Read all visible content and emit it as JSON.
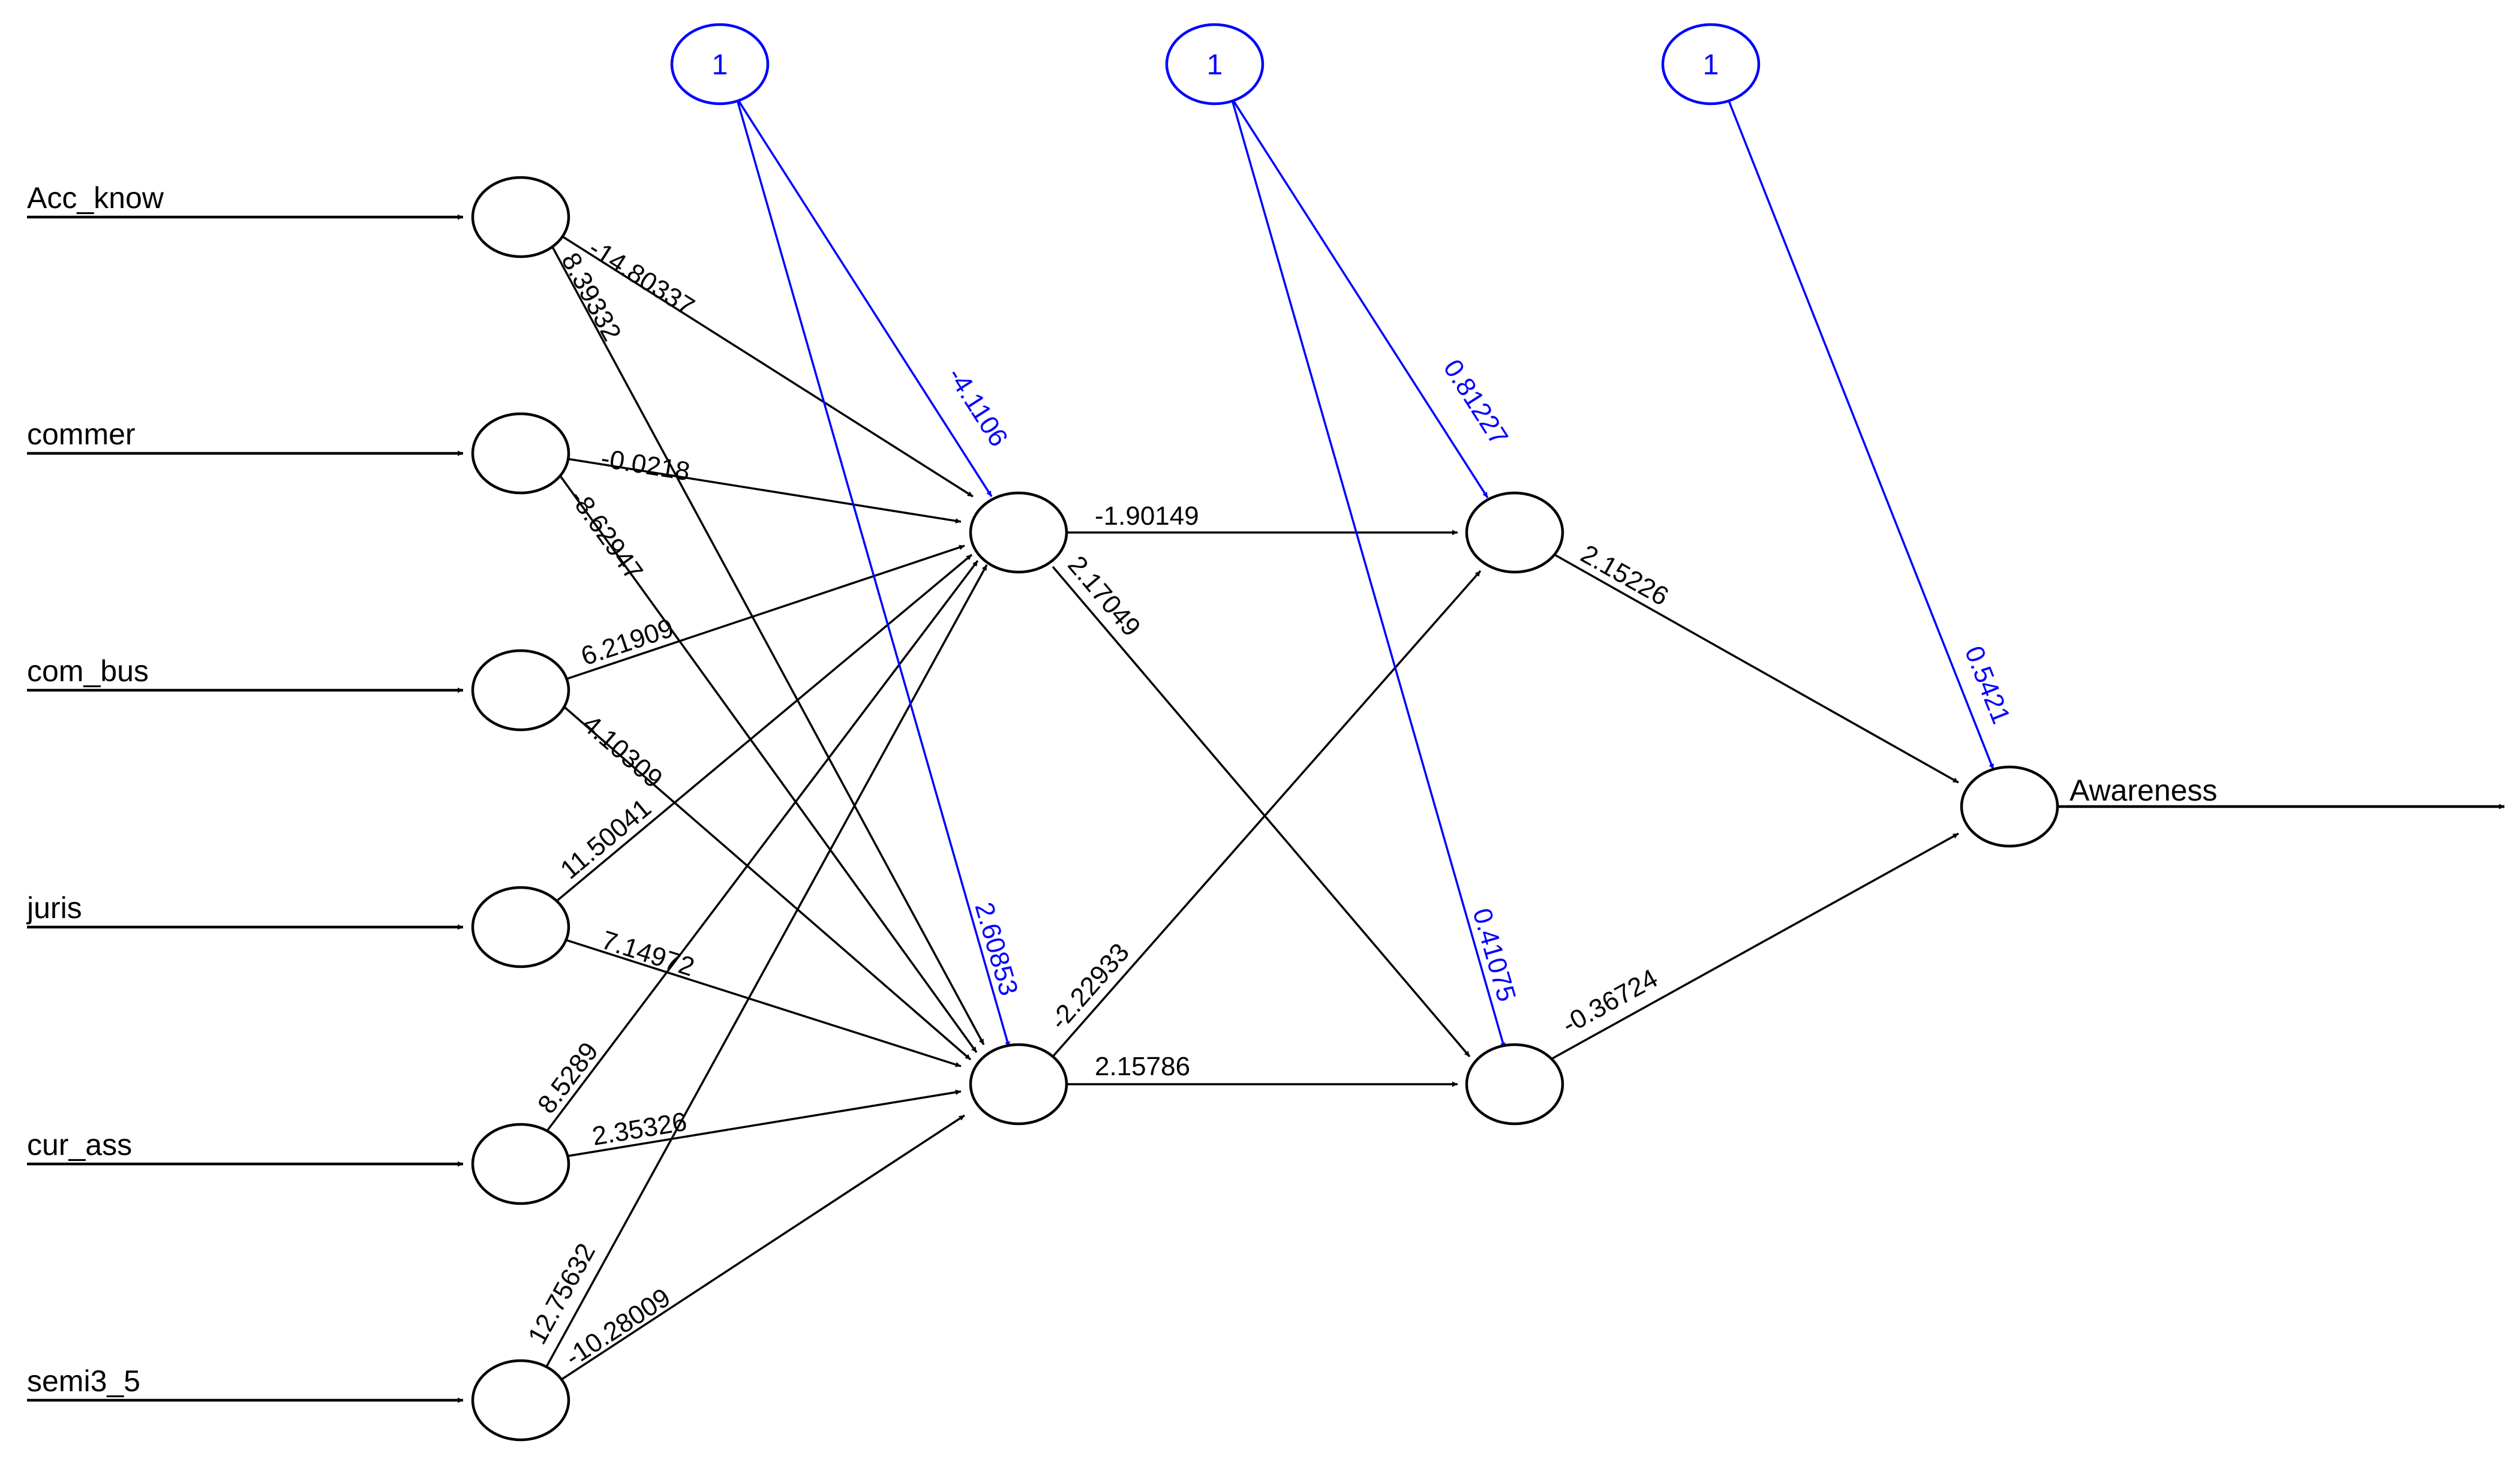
{
  "colors": {
    "edge": "#000000",
    "bias": "#0000ff",
    "background": "#ffffff"
  },
  "inputs": [
    "Acc_know",
    "commer",
    "com_bus",
    "juris",
    "cur_ass",
    "semi3_5"
  ],
  "output": "Awareness",
  "bias_nodes": [
    "1",
    "1",
    "1"
  ],
  "weights": {
    "in_h1a": [
      "-14.80337",
      "-0.0218",
      "6.21909",
      "11.50041",
      "8.5289",
      "12.75632"
    ],
    "in_h1b": [
      "8.39332",
      "-8.62947",
      "4.10309",
      "7.14972",
      "2.35326",
      "-10.28009"
    ],
    "bias1": [
      "-4.1106",
      "2.60853"
    ],
    "h1a_h2": [
      "-1.90149",
      "2.17049"
    ],
    "h1b_h2": [
      "-2.22933",
      "2.15786"
    ],
    "bias2": [
      "0.81227",
      "0.41075"
    ],
    "h2_out": [
      "2.15226",
      "-0.36724"
    ],
    "bias3": "0.5421"
  }
}
